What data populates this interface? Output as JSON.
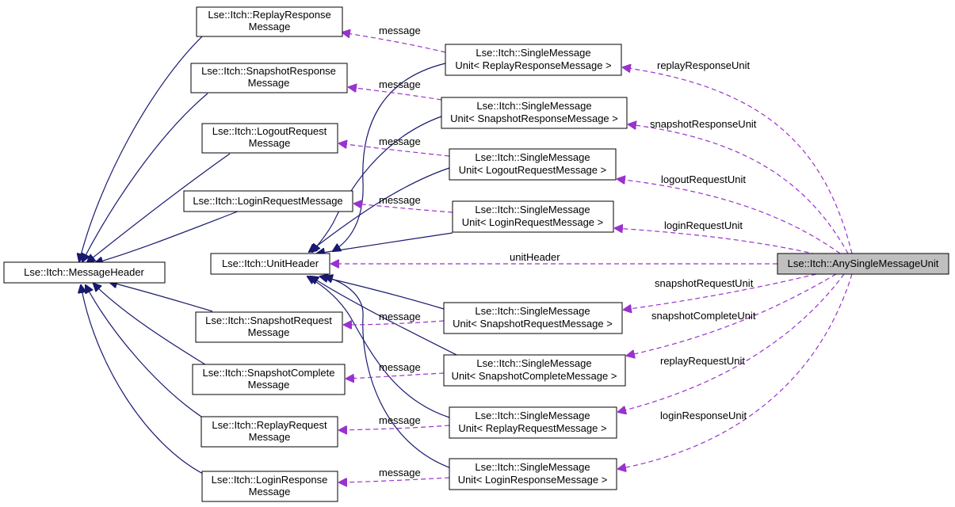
{
  "nodes": {
    "message_header": {
      "lines": [
        "Lse::Itch::MessageHeader"
      ]
    },
    "replay_response_message": {
      "lines": [
        "Lse::Itch::ReplayResponse",
        "Message"
      ]
    },
    "snapshot_response_message": {
      "lines": [
        "Lse::Itch::SnapshotResponse",
        "Message"
      ]
    },
    "logout_request_message": {
      "lines": [
        "Lse::Itch::LogoutRequest",
        "Message"
      ]
    },
    "login_request_message": {
      "lines": [
        "Lse::Itch::LoginRequestMessage"
      ]
    },
    "unit_header": {
      "lines": [
        "Lse::Itch::UnitHeader"
      ]
    },
    "snapshot_request_message": {
      "lines": [
        "Lse::Itch::SnapshotRequest",
        "Message"
      ]
    },
    "snapshot_complete_message": {
      "lines": [
        "Lse::Itch::SnapshotComplete",
        "Message"
      ]
    },
    "replay_request_message": {
      "lines": [
        "Lse::Itch::ReplayRequest",
        "Message"
      ]
    },
    "login_response_message": {
      "lines": [
        "Lse::Itch::LoginResponse",
        "Message"
      ]
    },
    "smu_replay_response": {
      "lines": [
        "Lse::Itch::SingleMessage",
        "Unit< ReplayResponseMessage >"
      ]
    },
    "smu_snapshot_response": {
      "lines": [
        "Lse::Itch::SingleMessage",
        "Unit< SnapshotResponseMessage >"
      ]
    },
    "smu_logout_request": {
      "lines": [
        "Lse::Itch::SingleMessage",
        "Unit< LogoutRequestMessage >"
      ]
    },
    "smu_login_request": {
      "lines": [
        "Lse::Itch::SingleMessage",
        "Unit< LoginRequestMessage >"
      ]
    },
    "smu_snapshot_request": {
      "lines": [
        "Lse::Itch::SingleMessage",
        "Unit< SnapshotRequestMessage >"
      ]
    },
    "smu_snapshot_complete": {
      "lines": [
        "Lse::Itch::SingleMessage",
        "Unit< SnapshotCompleteMessage >"
      ]
    },
    "smu_replay_request": {
      "lines": [
        "Lse::Itch::SingleMessage",
        "Unit< ReplayRequestMessage >"
      ]
    },
    "smu_login_response": {
      "lines": [
        "Lse::Itch::SingleMessage",
        "Unit< LoginResponseMessage >"
      ]
    },
    "any_single_message_unit": {
      "lines": [
        "Lse::Itch::AnySingleMessageUnit"
      ]
    }
  },
  "edge_labels": {
    "message": "message",
    "unit_header": "unitHeader",
    "replay_response_unit": "replayResponseUnit",
    "snapshot_response_unit": "snapshotResponseUnit",
    "logout_request_unit": "logoutRequestUnit",
    "login_request_unit": "loginRequestUnit",
    "snapshot_request_unit": "snapshotRequestUnit",
    "snapshot_complete_unit": "snapshotCompleteUnit",
    "replay_request_unit": "replayRequestUnit",
    "login_response_unit": "loginResponseUnit"
  },
  "colors": {
    "inheritance_edge": "#191970",
    "usage_edge": "#9a32cd",
    "focus_node_fill": "#bfbfbf"
  }
}
